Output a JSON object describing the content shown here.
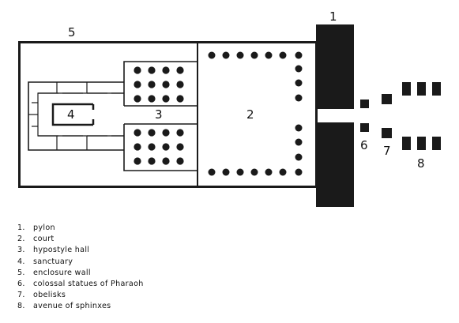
{
  "diagram": {
    "labels": {
      "pylon": "1",
      "court": "2",
      "hypostyle_hall": "3",
      "sanctuary": "4",
      "enclosure_wall": "5",
      "statues": "6",
      "obelisks": "7",
      "sphinxes": "8"
    },
    "colors": {
      "ink": "#1a1a1a",
      "background": "#ffffff"
    }
  },
  "legend": [
    {
      "num": "1.",
      "text": "pylon"
    },
    {
      "num": "2.",
      "text": "court"
    },
    {
      "num": "3.",
      "text": "hypostyle hall"
    },
    {
      "num": "4.",
      "text": "sanctuary"
    },
    {
      "num": "5.",
      "text": "enclosure wall"
    },
    {
      "num": "6.",
      "text": "colossal statues of Pharaoh"
    },
    {
      "num": "7.",
      "text": "obelisks"
    },
    {
      "num": "8.",
      "text": "avenue of sphinxes"
    }
  ]
}
